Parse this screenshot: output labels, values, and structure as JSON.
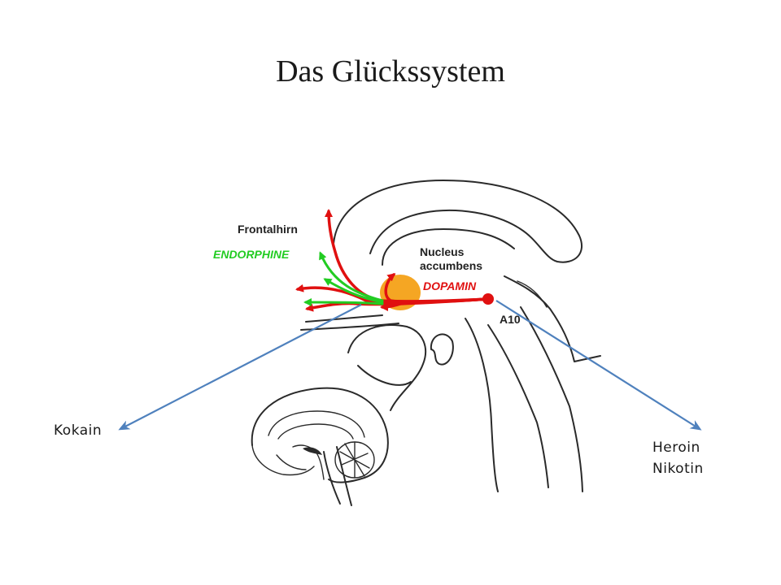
{
  "slide": {
    "title": "Das Glückssystem"
  },
  "diagram": {
    "labels": {
      "frontalhirn": "Frontalhirn",
      "endorphine": "ENDORPHINE",
      "nucleus_line1": "Nucleus",
      "nucleus_line2": "accumbens",
      "dopamin": "DOPAMIN",
      "a10": "A10"
    },
    "colors": {
      "dopamine_pathway": "#e01010",
      "endorphine_pathway": "#22cc22",
      "nucleus_accumbens": "#f5a623",
      "pointer_arrow": "#4f81bd"
    }
  },
  "annotations": {
    "left": "Kokain",
    "right_line1": "Heroin",
    "right_line2": "Nikotin"
  }
}
